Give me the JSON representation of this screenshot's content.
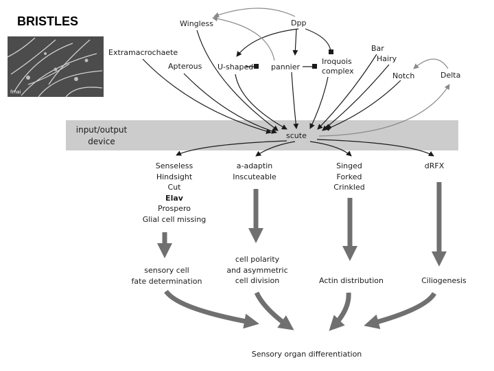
{
  "title": "BRISTLES",
  "photo_tag": "fmai",
  "io_label_line1": "input/output",
  "io_label_line2": "device",
  "hub": "scute",
  "inputs": {
    "dpp": "Dpp",
    "wingless": "Wingless",
    "extramacrochaete": "Extramacrochaete",
    "apterous": "Apterous",
    "ushaped": "U-shaped",
    "pannier": "pannier",
    "iroquois_1": "Iroquois",
    "iroquois_2": "complex",
    "bar": "Bar",
    "hairy": "Hairy",
    "notch": "Notch",
    "delta": "Delta"
  },
  "outputs": [
    {
      "genes": [
        "Senseless",
        "Hindsight",
        "Cut",
        "Elav",
        "Prospero",
        "Glial cell missing"
      ],
      "process": [
        "sensory cell",
        "fate determination"
      ]
    },
    {
      "genes": [
        "a-adaptin",
        "Inscuteable"
      ],
      "process": [
        "cell polarity",
        "and asymmetric",
        "cell division"
      ]
    },
    {
      "genes": [
        "Singed",
        "Forked",
        "Crinkled"
      ],
      "process": [
        "Actin distribution"
      ]
    },
    {
      "genes": [
        "dRFX"
      ],
      "process": [
        "Ciliogenesis"
      ]
    }
  ],
  "final": "Sensory organ differentiation",
  "colors": {
    "band": "#cccccc",
    "thick_arrow": "#707070",
    "thin_arrow": "#1a1a1a",
    "grey_arrow": "#8a8a8a"
  }
}
